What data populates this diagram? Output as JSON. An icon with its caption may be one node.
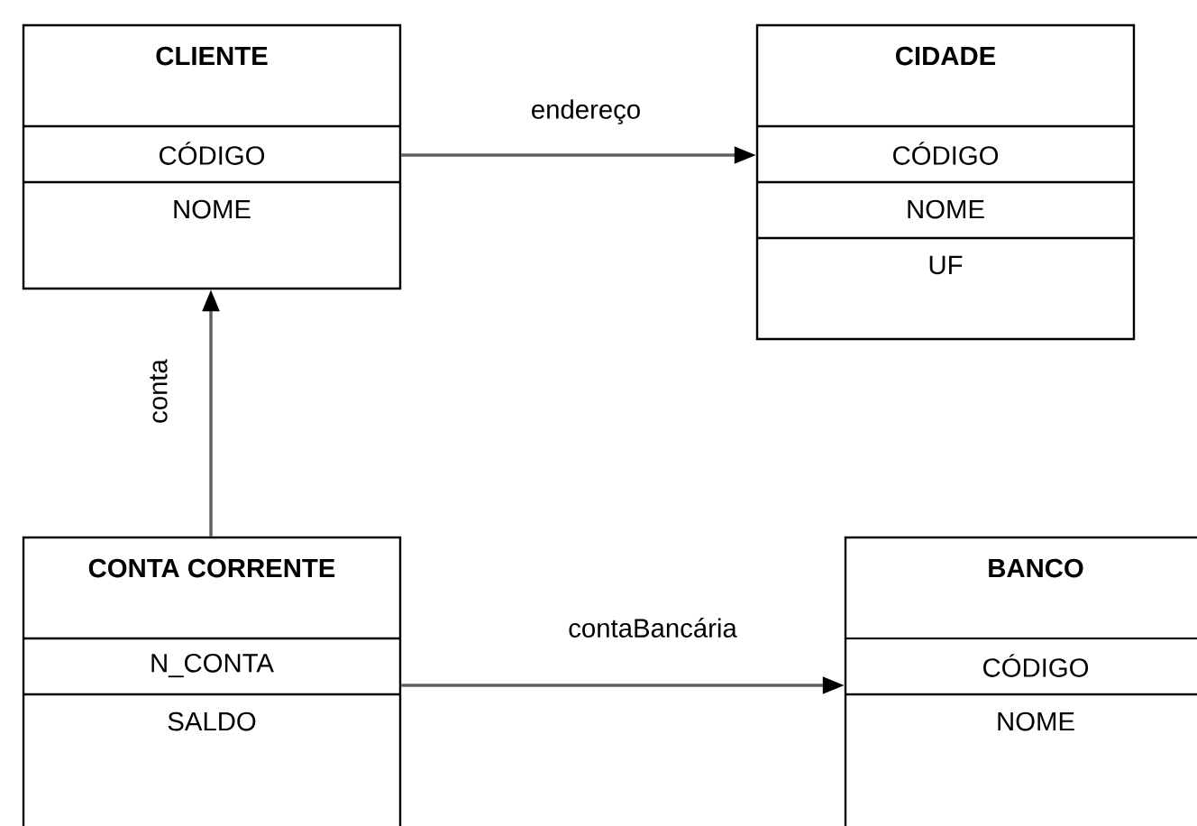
{
  "diagram": {
    "nodes": [
      {
        "text": [
          "CLIENTE",
          "CÓDIGO",
          "NOME"
        ]
      },
      {
        "text": [
          "CIDADE",
          "CÓDIGO",
          "NOME",
          "UF"
        ]
      },
      {
        "text": [
          "CONTA CORRENTE",
          "N_CONTA",
          "SALDO"
        ]
      },
      {
        "text": [
          "BANCO",
          "CÓDIGO",
          "NOME"
        ]
      }
    ],
    "edges": [
      {
        "from": 0,
        "to": 1,
        "arrow": "to",
        "label": "endereço"
      },
      {
        "from": 2,
        "to": 0,
        "arrow": "to",
        "label": "conta"
      },
      {
        "from": 2,
        "to": 3,
        "arrow": "to",
        "label": "contaBancária"
      }
    ]
  }
}
